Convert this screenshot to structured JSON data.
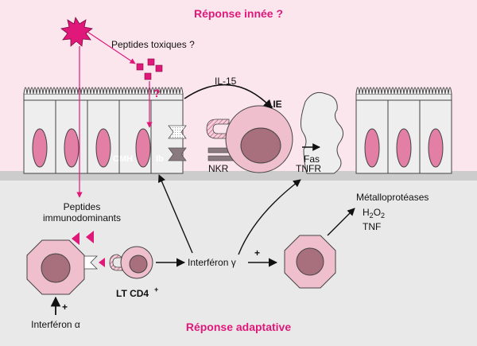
{
  "titles": {
    "innate": "Réponse innée ?",
    "adaptive": "Réponse adaptative"
  },
  "labels": {
    "peptides_toxiques": "Peptides toxiques ?",
    "question_mark": "?",
    "il15": "IL-15",
    "lie": "LIE",
    "cmh": "CMH",
    "ib": "Ib",
    "nkr": "NKR",
    "fas": "Fas",
    "tnfr": "TNFR",
    "peptides_line1": "Peptides",
    "peptides_line2": "immunodominants",
    "lt_cd4": "LT CD4",
    "lt_cd4_sup": "+",
    "interferon_gamma": "Interféron γ",
    "interferon_alpha": "Interféron α",
    "plus_gamma": "+",
    "plus_alpha": "+",
    "metalloproteases": "Métalloprotéases",
    "h2o2_h": "H",
    "h2o2_sub1": "2",
    "h2o2_o": "O",
    "h2o2_sub2": "2",
    "tnf": "TNF"
  },
  "colors": {
    "pink_bg": "#fbe6ee",
    "gray_bg": "#e9e9e9",
    "membrane": "#cccccc",
    "cell_fill": "#efbfcd",
    "nucleus_pink": "#e37fa5",
    "nucleus_dark": "#a86f7c",
    "magenta": "#e0187a",
    "dark_gray": "#8a7a80"
  }
}
